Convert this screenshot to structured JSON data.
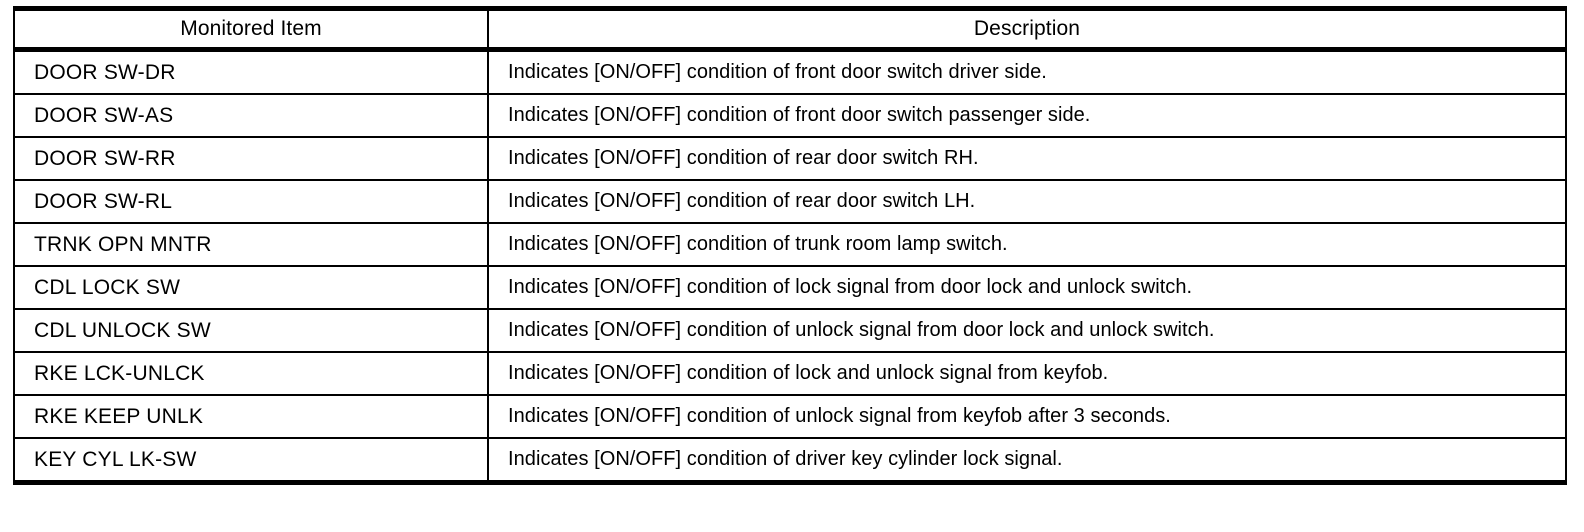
{
  "table": {
    "columns": [
      {
        "key": "item",
        "header": "Monitored Item"
      },
      {
        "key": "description",
        "header": "Description"
      }
    ],
    "rows": [
      {
        "item": "DOOR SW-DR",
        "description": "Indicates [ON/OFF] condition of front door switch driver side."
      },
      {
        "item": "DOOR SW-AS",
        "description": "Indicates [ON/OFF] condition of front door switch passenger side."
      },
      {
        "item": "DOOR SW-RR",
        "description": "Indicates [ON/OFF] condition of rear door switch RH."
      },
      {
        "item": "DOOR SW-RL",
        "description": "Indicates [ON/OFF] condition of rear door switch LH."
      },
      {
        "item": "TRNK OPN MNTR",
        "description": "Indicates [ON/OFF] condition of trunk room lamp switch."
      },
      {
        "item": "CDL LOCK SW",
        "description": "Indicates [ON/OFF] condition of lock signal from door lock and unlock switch."
      },
      {
        "item": "CDL UNLOCK SW",
        "description": "Indicates [ON/OFF] condition of unlock signal from door lock and unlock switch."
      },
      {
        "item": "RKE LCK-UNLCK",
        "description": "Indicates [ON/OFF] condition of lock and unlock signal from keyfob."
      },
      {
        "item": "RKE KEEP UNLK",
        "description": "Indicates [ON/OFF] condition of unlock signal from keyfob after 3 seconds."
      },
      {
        "item": "KEY CYL LK-SW",
        "description": "Indicates [ON/OFF] condition of driver key cylinder lock signal."
      }
    ]
  },
  "style": {
    "text_color": "#000000",
    "rule_color": "#000000",
    "background": "#ffffff"
  }
}
